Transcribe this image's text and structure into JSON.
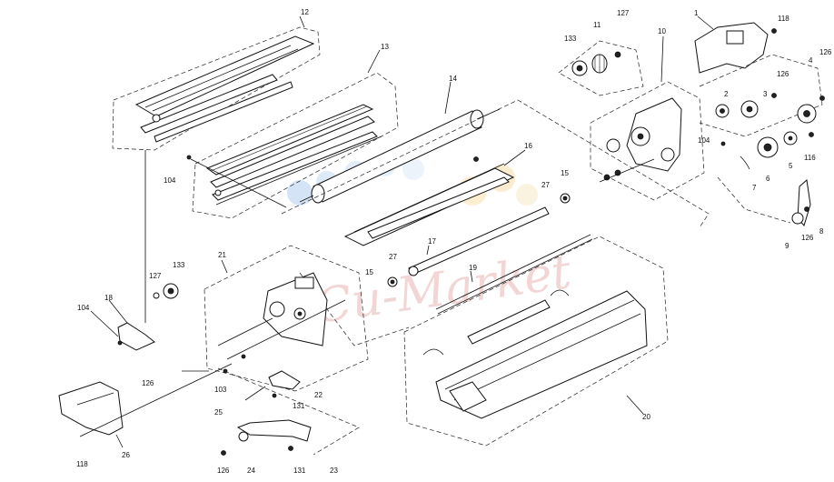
{
  "diagram": {
    "watermark": "Cu-Market",
    "labels": [
      {
        "id": "p12",
        "text": "12"
      },
      {
        "id": "p13",
        "text": "13"
      },
      {
        "id": "p14",
        "text": "14"
      },
      {
        "id": "p16",
        "text": "16"
      },
      {
        "id": "p15a",
        "text": "15"
      },
      {
        "id": "p27a",
        "text": "27"
      },
      {
        "id": "p17",
        "text": "17"
      },
      {
        "id": "p27b",
        "text": "27"
      },
      {
        "id": "p15b",
        "text": "15"
      },
      {
        "id": "p19",
        "text": "19"
      },
      {
        "id": "p20",
        "text": "20"
      },
      {
        "id": "p21",
        "text": "21"
      },
      {
        "id": "p104a",
        "text": "104"
      },
      {
        "id": "p104b",
        "text": "104"
      },
      {
        "id": "p104c",
        "text": "104"
      },
      {
        "id": "p127a",
        "text": "127"
      },
      {
        "id": "p133a",
        "text": "133"
      },
      {
        "id": "p18",
        "text": "18"
      },
      {
        "id": "p126a",
        "text": "126"
      },
      {
        "id": "p103",
        "text": "103"
      },
      {
        "id": "p22",
        "text": "22"
      },
      {
        "id": "p25",
        "text": "25"
      },
      {
        "id": "p131a",
        "text": "131"
      },
      {
        "id": "p26",
        "text": "26"
      },
      {
        "id": "p118a",
        "text": "118"
      },
      {
        "id": "p126b",
        "text": "126"
      },
      {
        "id": "p24",
        "text": "24"
      },
      {
        "id": "p131b",
        "text": "131"
      },
      {
        "id": "p23",
        "text": "23"
      },
      {
        "id": "p133b",
        "text": "133"
      },
      {
        "id": "p11",
        "text": "11"
      },
      {
        "id": "p127b",
        "text": "127"
      },
      {
        "id": "p10",
        "text": "10"
      },
      {
        "id": "p1",
        "text": "1"
      },
      {
        "id": "p118b",
        "text": "118"
      },
      {
        "id": "p126c",
        "text": "126"
      },
      {
        "id": "p126d",
        "text": "126"
      },
      {
        "id": "p4",
        "text": "4"
      },
      {
        "id": "p2",
        "text": "2"
      },
      {
        "id": "p3",
        "text": "3"
      },
      {
        "id": "p116",
        "text": "116"
      },
      {
        "id": "p5",
        "text": "5"
      },
      {
        "id": "p6",
        "text": "6"
      },
      {
        "id": "p7",
        "text": "7"
      },
      {
        "id": "p8",
        "text": "8"
      },
      {
        "id": "p126e",
        "text": "126"
      },
      {
        "id": "p9",
        "text": "9"
      }
    ]
  }
}
